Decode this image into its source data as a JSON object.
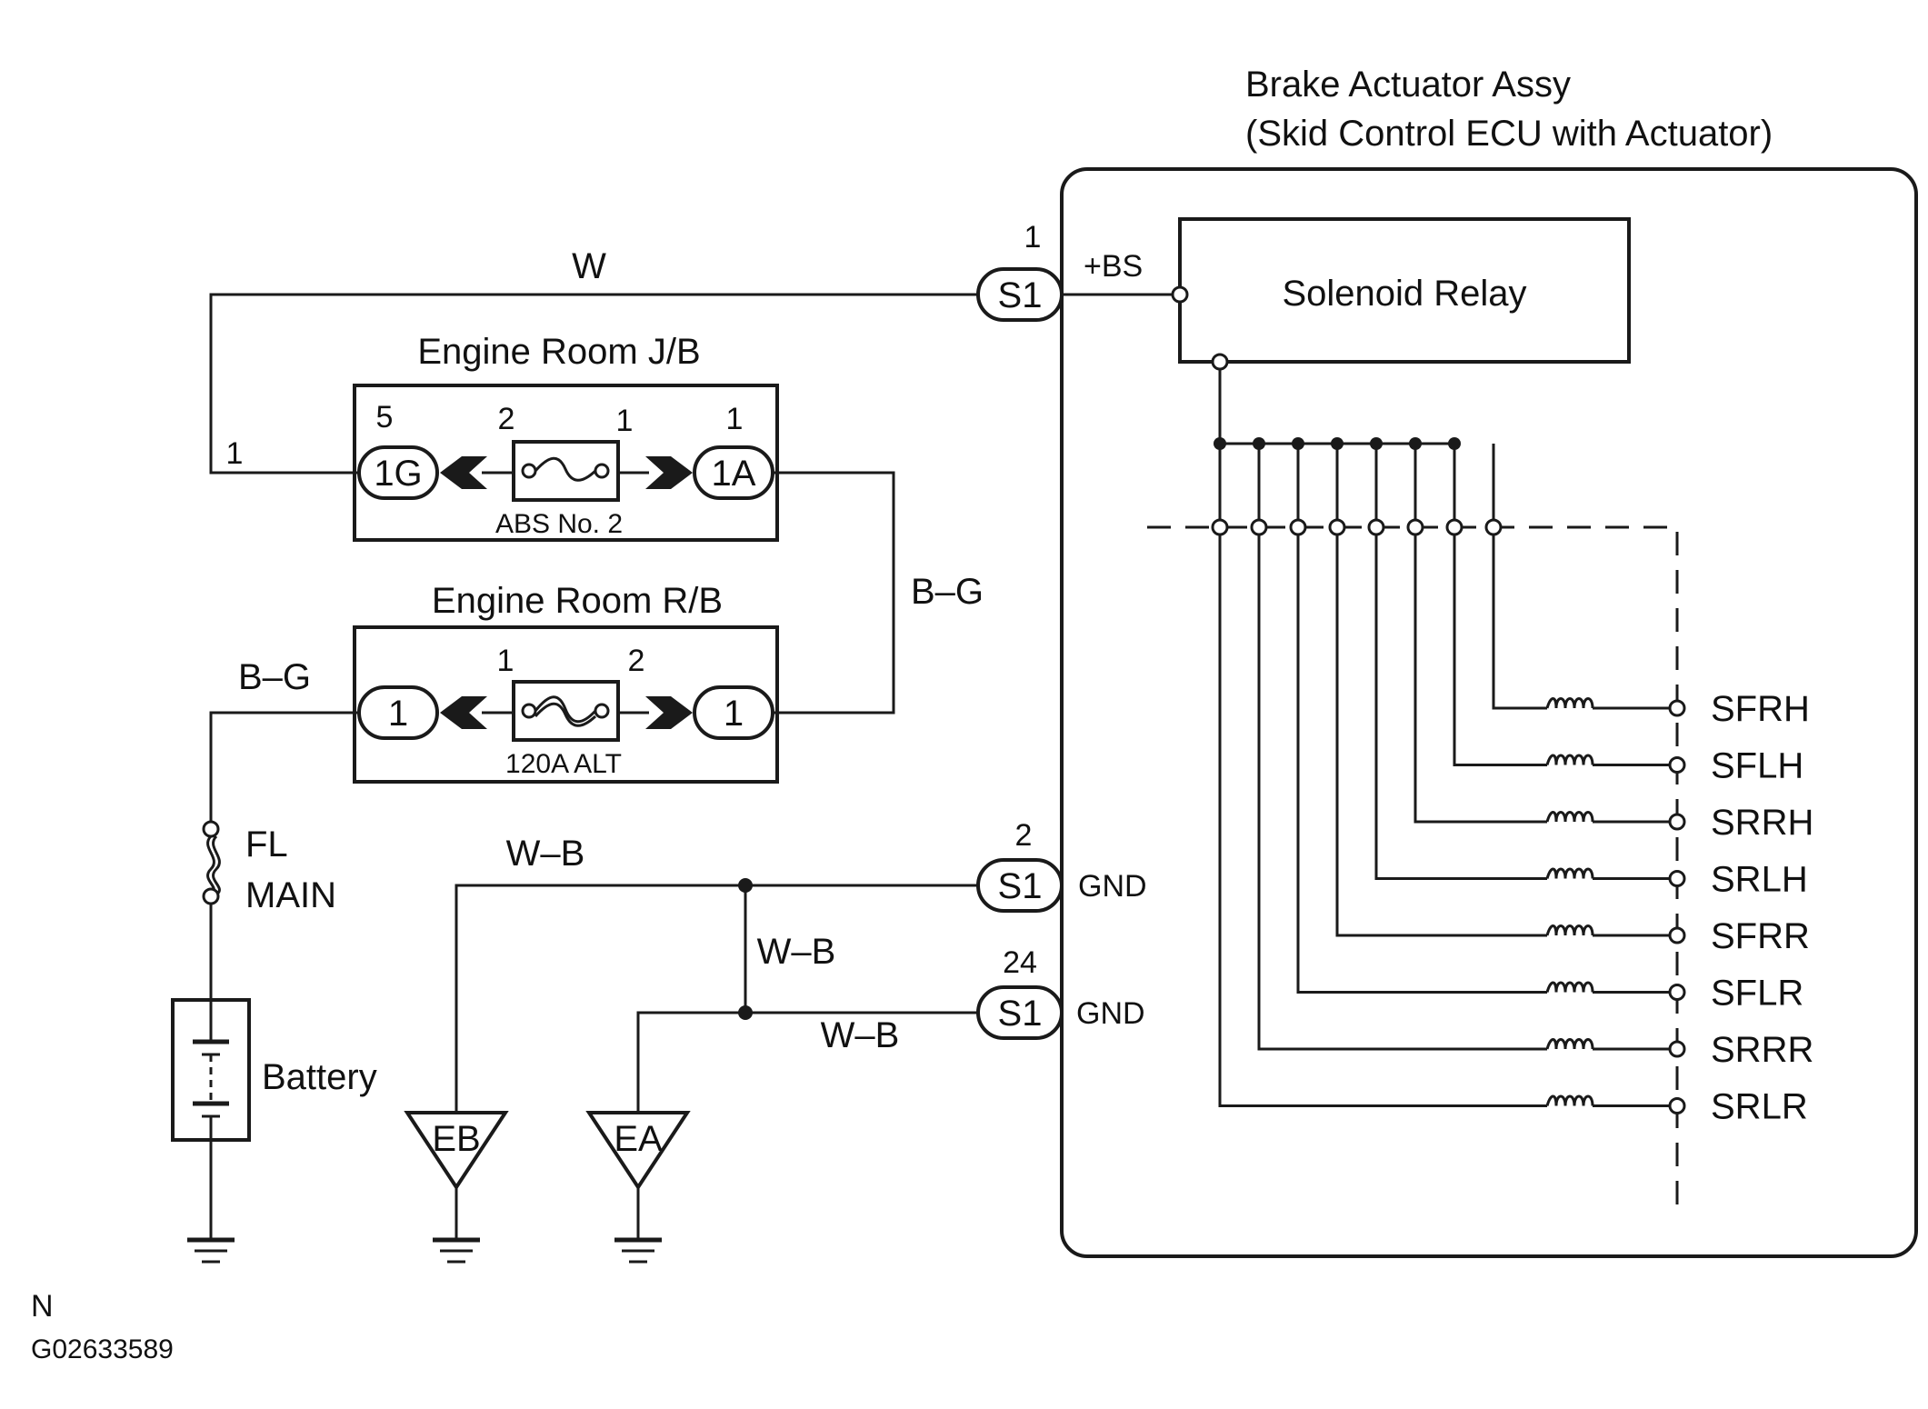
{
  "title": {
    "line1": "Brake Actuator Assy",
    "line2": "(Skid Control ECU with Actuator)"
  },
  "ecu": {
    "relay_label": "Solenoid Relay",
    "terminal_bs": "+BS",
    "terminal_gnd_1": "GND",
    "terminal_gnd_2": "GND",
    "solenoids": [
      "SFRH",
      "SFLH",
      "SRRH",
      "SRLH",
      "SFRR",
      "SFLR",
      "SRRR",
      "SRLR"
    ]
  },
  "connectors": {
    "s1_pin1": {
      "name": "S1",
      "pin": "1"
    },
    "s1_pin2": {
      "name": "S1",
      "pin": "2"
    },
    "s1_pin24": {
      "name": "S1",
      "pin": "24"
    }
  },
  "junction_block": {
    "title": "Engine Room J/B",
    "left_connector": "1G",
    "right_connector": "1A",
    "left_pin": "5",
    "right_pin": "1",
    "fuse_pin_left": "2",
    "fuse_pin_right": "1",
    "fuse": "ABS No. 2",
    "wire_entry_pin": "1"
  },
  "relay_block": {
    "title": "Engine Room R/B",
    "left_connector": "1",
    "right_connector": "1",
    "fuse_pin_left": "1",
    "fuse_pin_right": "2",
    "fuse": "120A ALT"
  },
  "wires": {
    "w_top": "W",
    "bg_right": "B–G",
    "bg_left": "B–G",
    "wb_top": "W–B",
    "wb_mid": "W–B",
    "wb_bottom": "W–B"
  },
  "fusible_link": {
    "line1": "FL",
    "line2": "MAIN"
  },
  "battery": "Battery",
  "grounds": [
    "EB",
    "EA"
  ],
  "footer": {
    "code1": "N",
    "code2": "G02633589"
  }
}
